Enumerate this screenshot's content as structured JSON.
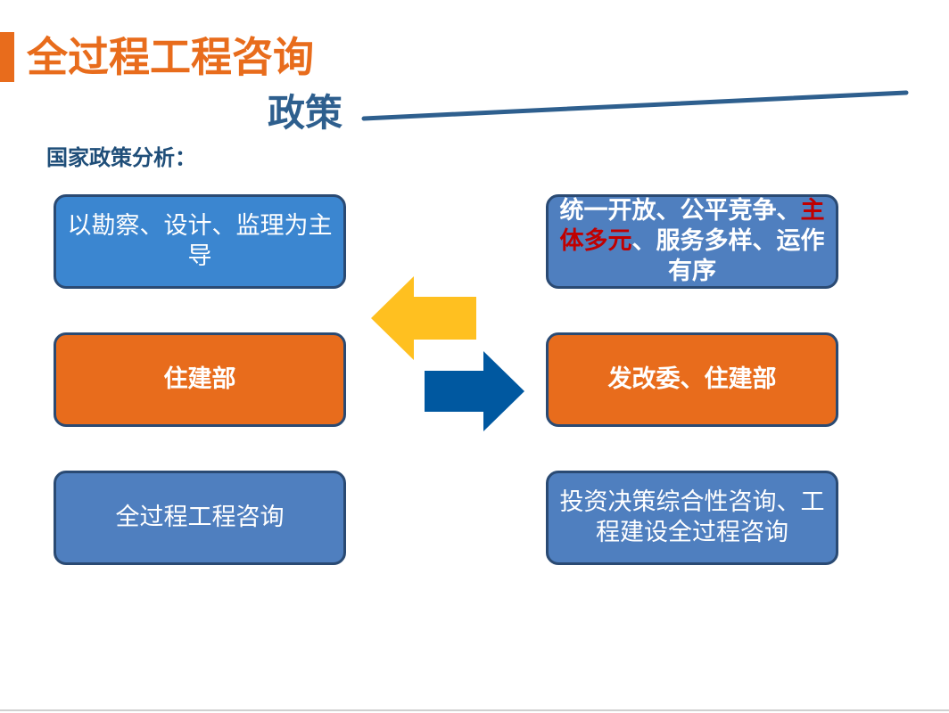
{
  "header": {
    "title": "全过程工程咨询",
    "subtitle": "政策"
  },
  "section": {
    "label": "国家政策分析："
  },
  "left_column": {
    "box1": "以勘察、设计、监理为主导",
    "box2": "住建部",
    "box3": "全过程工程咨询"
  },
  "right_column": {
    "box1_part1": "统一开放、公平竞争、",
    "box1_highlight": "主体多元",
    "box1_part2": "、服务多样、运作有序",
    "box2": "发改委、住建部",
    "box3": "投资决策综合性咨询、工程建设全过程咨询"
  },
  "colors": {
    "accent_orange": "#E86C1C",
    "navy": "#2E5F8E",
    "box_blue": "#3B86D0",
    "box_steel": "#4F7FBF",
    "highlight_red": "#C00000",
    "arrow_yellow": "#FFC020",
    "arrow_blue": "#0058A0"
  },
  "icons": {
    "left_arrow": "left-arrow-icon",
    "right_arrow": "right-arrow-icon"
  }
}
